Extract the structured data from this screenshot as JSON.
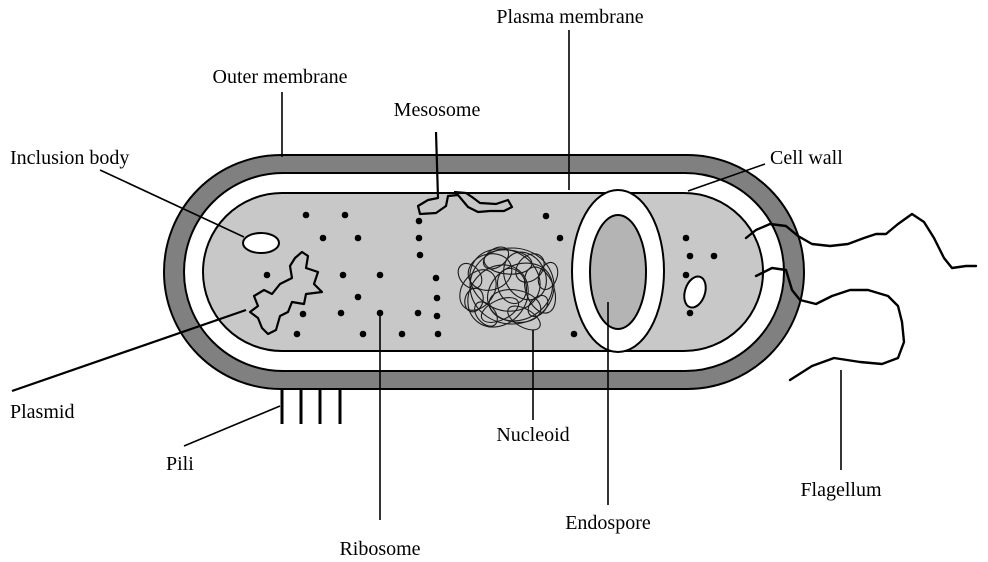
{
  "labels": {
    "plasma_membrane": "Plasma membrane",
    "outer_membrane": "Outer membrane",
    "mesosome": "Mesosome",
    "inclusion_body": "Inclusion body",
    "cell_wall": "Cell wall",
    "plasmid": "Plasmid",
    "pili": "Pili",
    "nucleoid": "Nucleoid",
    "endospore": "Endospore",
    "flagellum": "Flagellum",
    "ribosome": "Ribosome"
  },
  "colors": {
    "outer_membrane": "#808080",
    "periplasm": "#ffffff",
    "cytoplasm": "#c8c8c8",
    "endospore_core": "#b4b4b4",
    "ink": "#000000"
  }
}
